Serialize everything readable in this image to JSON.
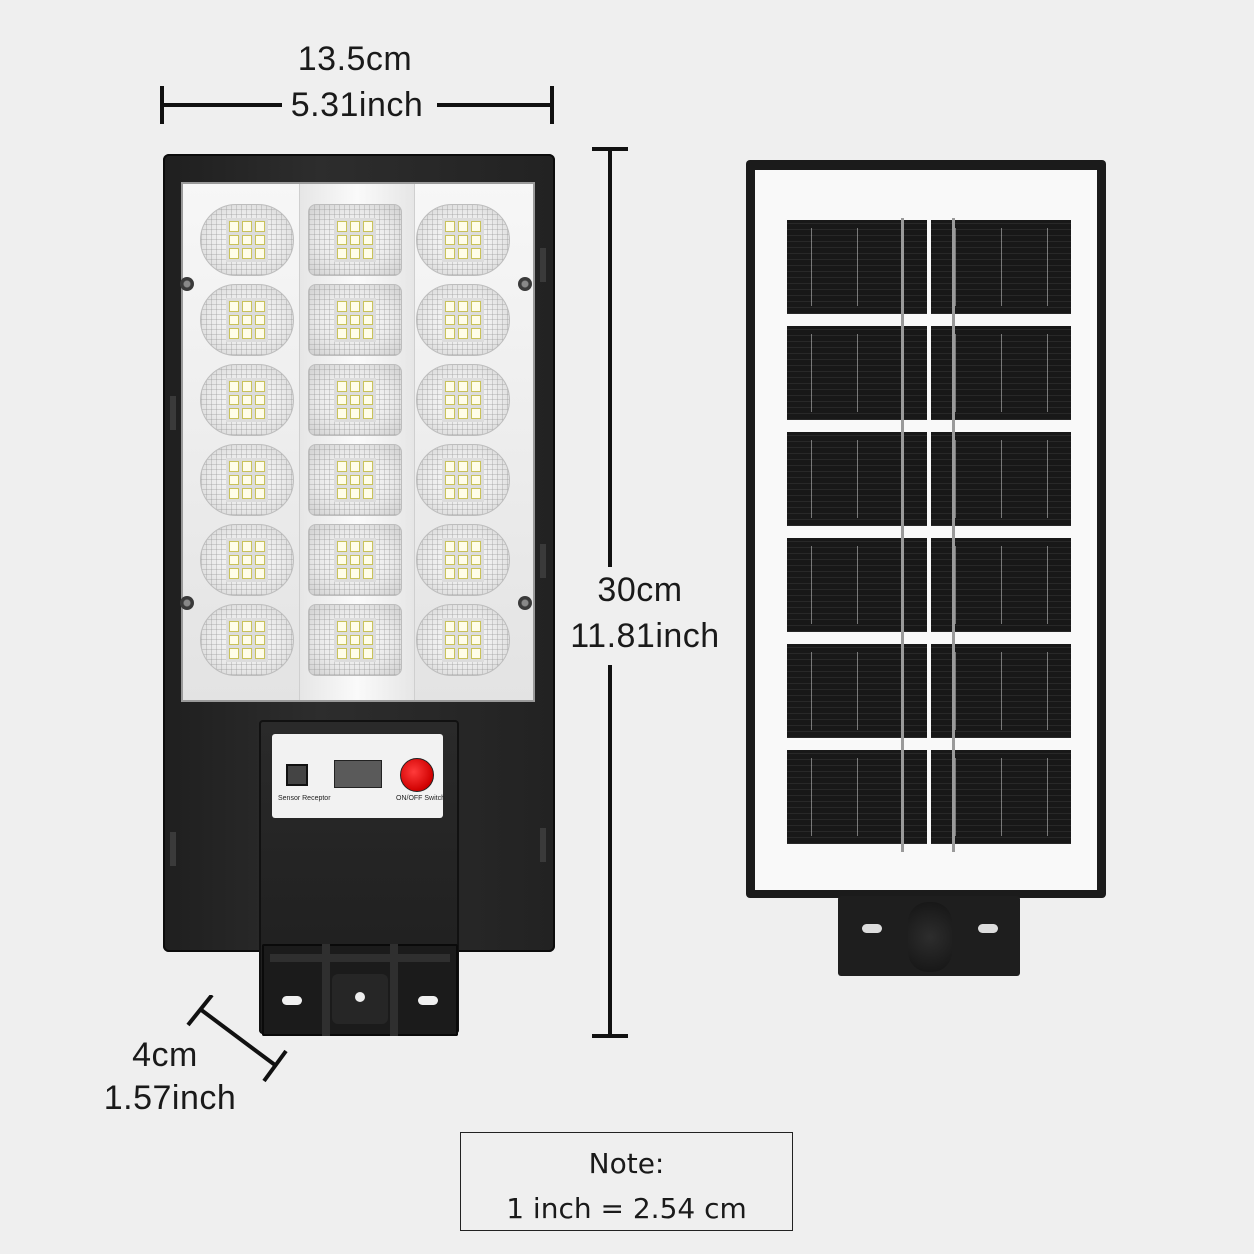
{
  "width_dimension": {
    "cm": "13.5cm",
    "inch": "5.31inch"
  },
  "height_dimension": {
    "cm": "30cm",
    "inch": "11.81inch"
  },
  "depth_dimension": {
    "cm": "4cm",
    "inch": "1.57inch"
  },
  "control_panel": {
    "sensor_label": "Sensor Receptor",
    "switch_label": "ON/OFF Switch"
  },
  "led_array": {
    "rows": 6,
    "columns": 3
  },
  "solar_panel": {
    "rows": 6,
    "columns": 2
  },
  "note": {
    "title": "Note:",
    "conversion": "1 inch = 2.54 cm"
  },
  "colors": {
    "background": "#efefef",
    "lamp_body": "#222222",
    "power_button": "#e00000",
    "solar_cell": "#181818"
  }
}
